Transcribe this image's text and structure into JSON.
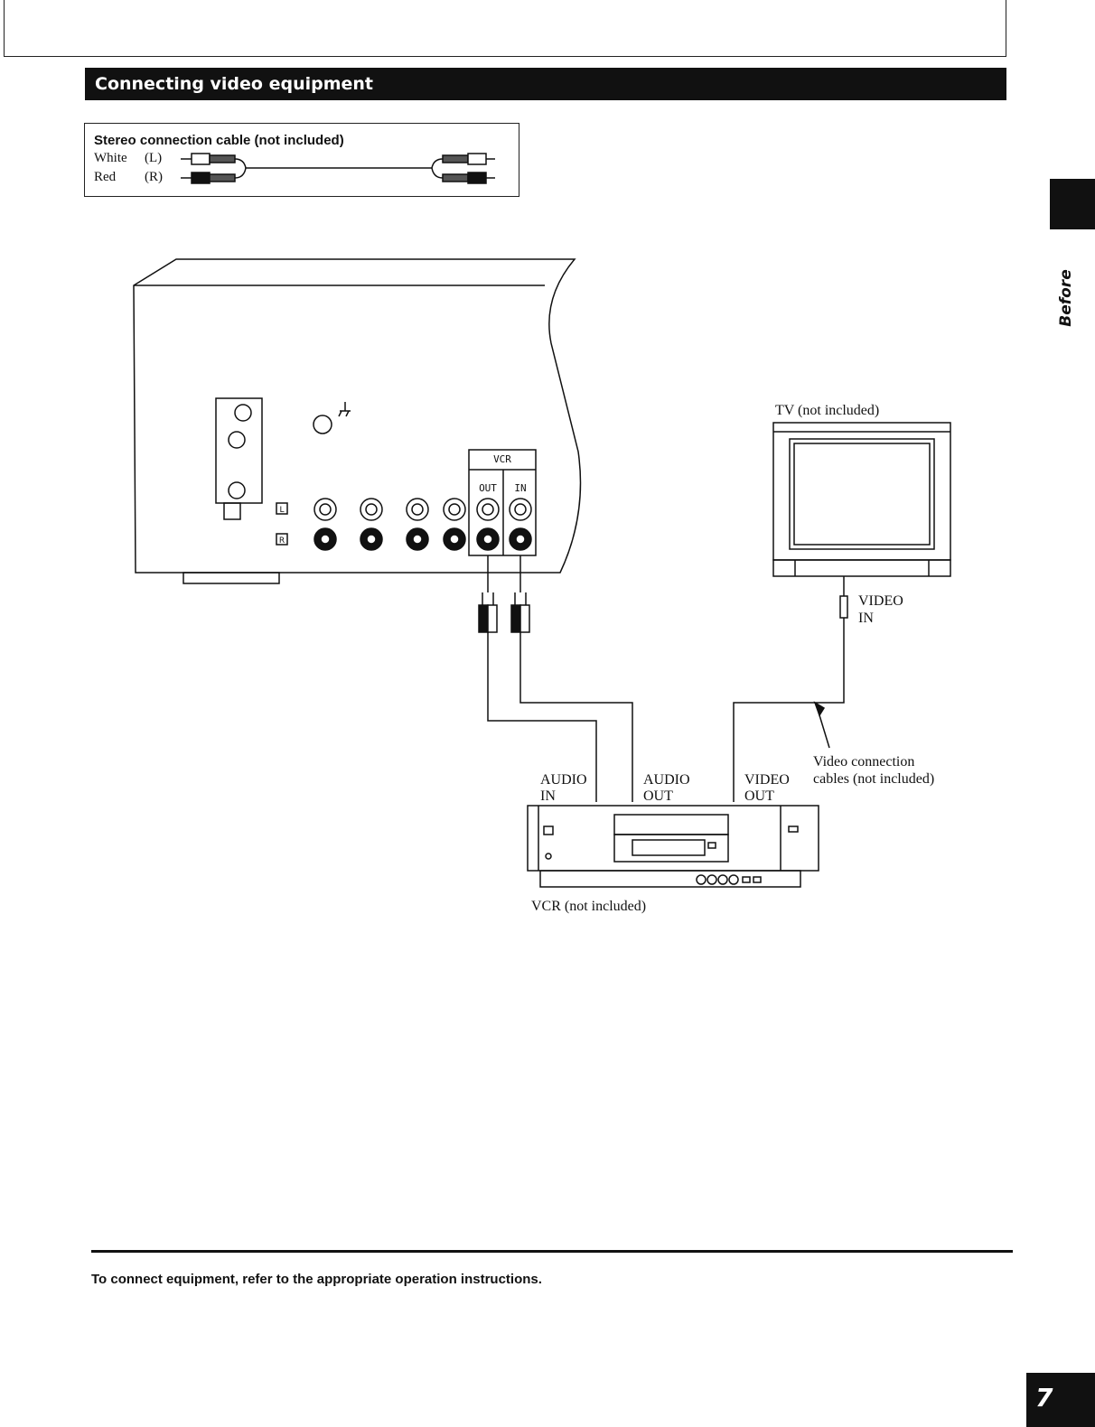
{
  "section": {
    "title": "Connecting video equipment"
  },
  "cable_box": {
    "title": "Stereo connection cable (not included)",
    "rows": [
      {
        "color": "White",
        "channel": "(L)"
      },
      {
        "color": "Red",
        "channel": "(R)"
      }
    ]
  },
  "side_tab": {
    "label": "Before use"
  },
  "unit_panel": {
    "vcr_label": "VCR",
    "out_label": "OUT",
    "in_label": "IN",
    "l_marker": "L",
    "r_marker": "R"
  },
  "tv": {
    "label": "TV (not included)",
    "input_label_1": "VIDEO",
    "input_label_2": "IN"
  },
  "vcr": {
    "label": "VCR (not included)",
    "audio_in_1": "AUDIO",
    "audio_in_2": "IN",
    "audio_out_1": "AUDIO",
    "audio_out_2": "OUT",
    "video_out_1": "VIDEO",
    "video_out_2": "OUT"
  },
  "cables_note": {
    "line1": "Video connection",
    "line2": "cables (not included)"
  },
  "footer": {
    "note": "To connect equipment, refer to the appropriate operation instructions."
  },
  "page_number": "7"
}
